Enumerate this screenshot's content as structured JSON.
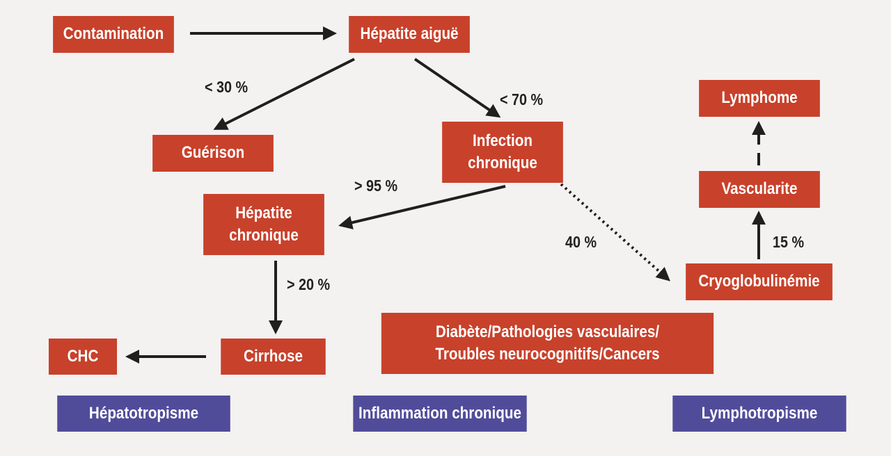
{
  "colors": {
    "box_red": "#c8412b",
    "box_blue": "#514c9a",
    "arrow": "#1f1f1f",
    "background": "#f4f1f1"
  },
  "nodes": {
    "contamination": "Contamination",
    "hepatite_aigue": "Hépatite aiguë",
    "guerison": "Guérison",
    "infection_chronique": "Infection\nchronique",
    "hepatite_chronique": "Hépatite\nchronique",
    "cirrhose": "Cirrhose",
    "chc": "CHC",
    "diabete": "Diabète/Pathologies vasculaires/\nTroubles neurocognitifs/Cancers",
    "cryoglobulinemie": "Cryoglobulinémie",
    "vascularite": "Vascularite",
    "lymphome": "Lymphome"
  },
  "categories": {
    "hepatotropisme": "Hépatotropisme",
    "inflammation": "Inflammation chronique",
    "lymphotropisme": "Lymphotropisme"
  },
  "edge_labels": {
    "to_guerison": "< 30 %",
    "to_infection": "< 70 %",
    "to_hepatite_chronique": "> 95 %",
    "to_cirrhose": "> 20 %",
    "to_cryo": "40 %",
    "to_vascularite": "15 %"
  }
}
